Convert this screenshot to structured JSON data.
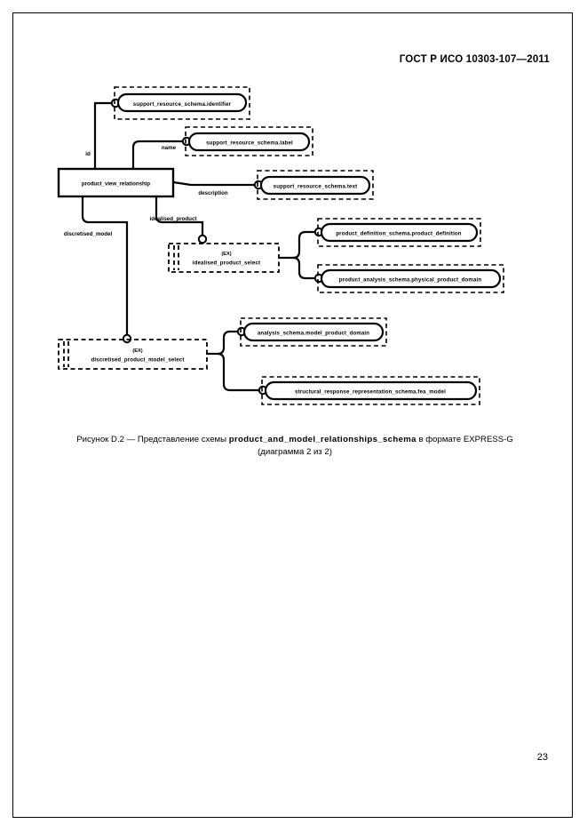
{
  "document": {
    "standard_header": "ГОСТ Р ИСО 10303-107—2011",
    "page_number": "23"
  },
  "figure": {
    "caption_prefix": "Рисунок  D.2 — Представление схемы ",
    "caption_schema": "product_and_model_relationships_schema",
    "caption_suffix": " в формате EXPRESS-G",
    "caption_line2": "(диаграмма 2 из 2)",
    "entities": [
      {
        "id": "product_view_relationship",
        "label": "product_view_relationship",
        "kind": "entity-box"
      }
    ],
    "select_types": [
      {
        "id": "idealised_product_select",
        "tag": "(EX)",
        "label": "idealised_product_select",
        "kind": "select-box"
      },
      {
        "id": "discretised_product_model_select",
        "tag": "(EX)",
        "label": "discretised_product_model_select",
        "kind": "select-box"
      }
    ],
    "referenced_types": [
      {
        "id": "support_resource_schema_identifier",
        "label": "support_resource_schema.identifier",
        "kind": "rounded-dashed"
      },
      {
        "id": "support_resource_schema_label",
        "label": "support_resource_schema.label",
        "kind": "rounded-dashed"
      },
      {
        "id": "support_resource_schema_text",
        "label": "support_resource_schema.text",
        "kind": "rounded-dashed"
      },
      {
        "id": "product_definition_schema_product_definition",
        "label": "product_definition_schema.product_definition",
        "kind": "rounded-dashed"
      },
      {
        "id": "product_analysis_schema_physical_product_domain",
        "label": "product_analysis_schema.physical_product_domain",
        "kind": "rounded-dashed"
      },
      {
        "id": "analysis_schema_model_product_domain",
        "label": "analysis_schema.model_product_domain",
        "kind": "rounded-dashed"
      },
      {
        "id": "structural_response_representation_schema_fea_model",
        "label": "structural_response_representation_schema.fea_model",
        "kind": "rounded-dashed"
      }
    ],
    "relationship_labels": [
      {
        "id": "id",
        "label": "id"
      },
      {
        "id": "name",
        "label": "name"
      },
      {
        "id": "description",
        "label": "description"
      },
      {
        "id": "idealised_product",
        "label": "idealised_product"
      },
      {
        "id": "discretised_model",
        "label": "discretised_model"
      }
    ]
  }
}
